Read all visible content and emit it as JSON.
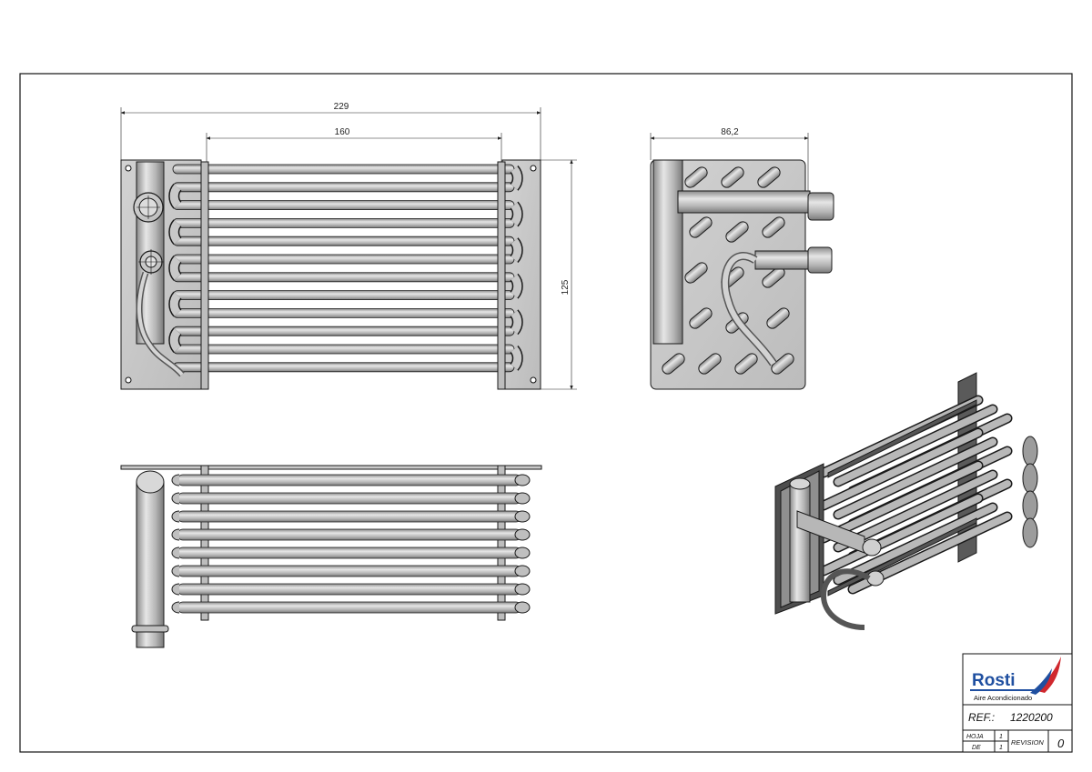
{
  "dimensions": {
    "overall_width": "229",
    "core_width": "160",
    "height": "125",
    "depth": "86,2"
  },
  "title_block": {
    "brand": "Rosti",
    "tagline": "Aire Acondicionado",
    "ref_label": "REF.:",
    "ref_value": "1220200",
    "hoja_label": "HOJA",
    "hoja_value": "1",
    "de_label": "DE",
    "de_value": "1",
    "revision_label": "REVISION",
    "revision_value": "0"
  },
  "colors": {
    "metal_fill": "#c9c9c9",
    "tube_fill": "#bdbdbd",
    "line": "#1a1a1a",
    "brand_blue": "#1f4fa0",
    "brand_red": "#d0282e"
  }
}
